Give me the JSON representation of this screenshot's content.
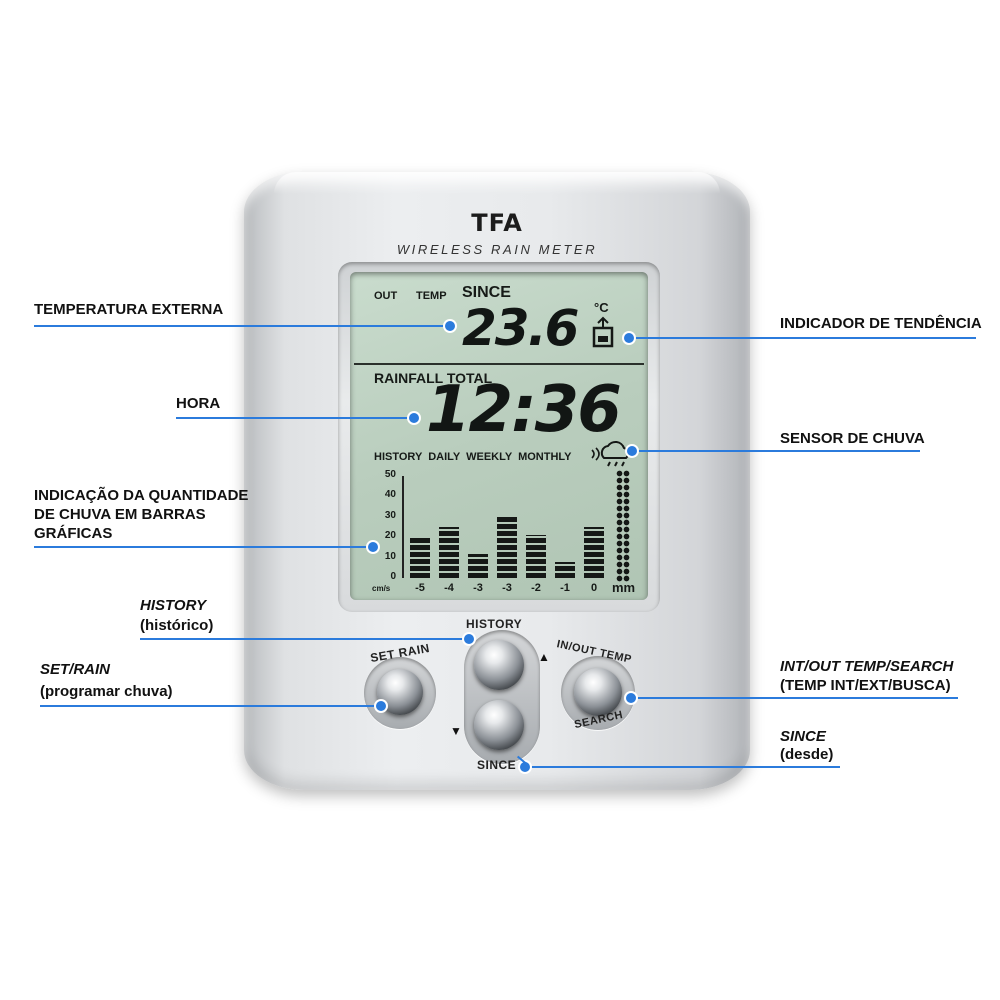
{
  "device": {
    "brand": "TFA",
    "model": "WIRELESS RAIN METER"
  },
  "lcd": {
    "out": "OUT",
    "temp": "TEMP",
    "since": "SINCE",
    "temperature": "23.6",
    "unit": "°C",
    "rainfall_total": "RAINFALL TOTAL",
    "time": "12:36",
    "modes": "HISTORY  DAILY  WEEKLY  MONTHLY",
    "y_unit": "cm/s",
    "x_unit": "mm"
  },
  "chart_data": {
    "type": "bar",
    "categories": [
      "-5",
      "-4",
      "-3",
      "-3",
      "-2",
      "-1",
      "0"
    ],
    "values": [
      20,
      25,
      12,
      30,
      21,
      8,
      25
    ],
    "yticks": [
      "50",
      "40",
      "30",
      "20",
      "10",
      "0"
    ],
    "ylim": [
      0,
      50
    ],
    "xlabel": "mm",
    "ylabel": "cm/s"
  },
  "buttons": {
    "history": "HISTORY",
    "set_rain": "SET RAIN",
    "in_out_temp": "IN/OUT TEMP",
    "search": "SEARCH",
    "since": "SINCE",
    "up": "▲",
    "down": "▼"
  },
  "callouts": {
    "temperatura_externa": "TEMPERATURA EXTERNA",
    "hora": "HORA",
    "indicacao_1": "INDICAÇÃO DA QUANTIDADE",
    "indicacao_2": "DE CHUVA EM BARRAS",
    "indicacao_3": "GRÁFICAS",
    "history": "HISTORY",
    "historico": "(histórico)",
    "set_rain": "SET/RAIN",
    "programar_chuva": "(programar chuva)",
    "indicador_tendencia": "INDICADOR DE TENDÊNCIA",
    "sensor_chuva": "SENSOR DE CHUVA",
    "int_out_temp": "INT/OUT TEMP/SEARCH",
    "temp_int_ext": "(TEMP INT/EXT/BUSCA)",
    "since": "SINCE",
    "desde": "(desde)"
  },
  "colors": {
    "callout_line": "#2b7bdc",
    "lcd_background": "#b9cdbd",
    "device_silver": "#e6e8ea"
  }
}
